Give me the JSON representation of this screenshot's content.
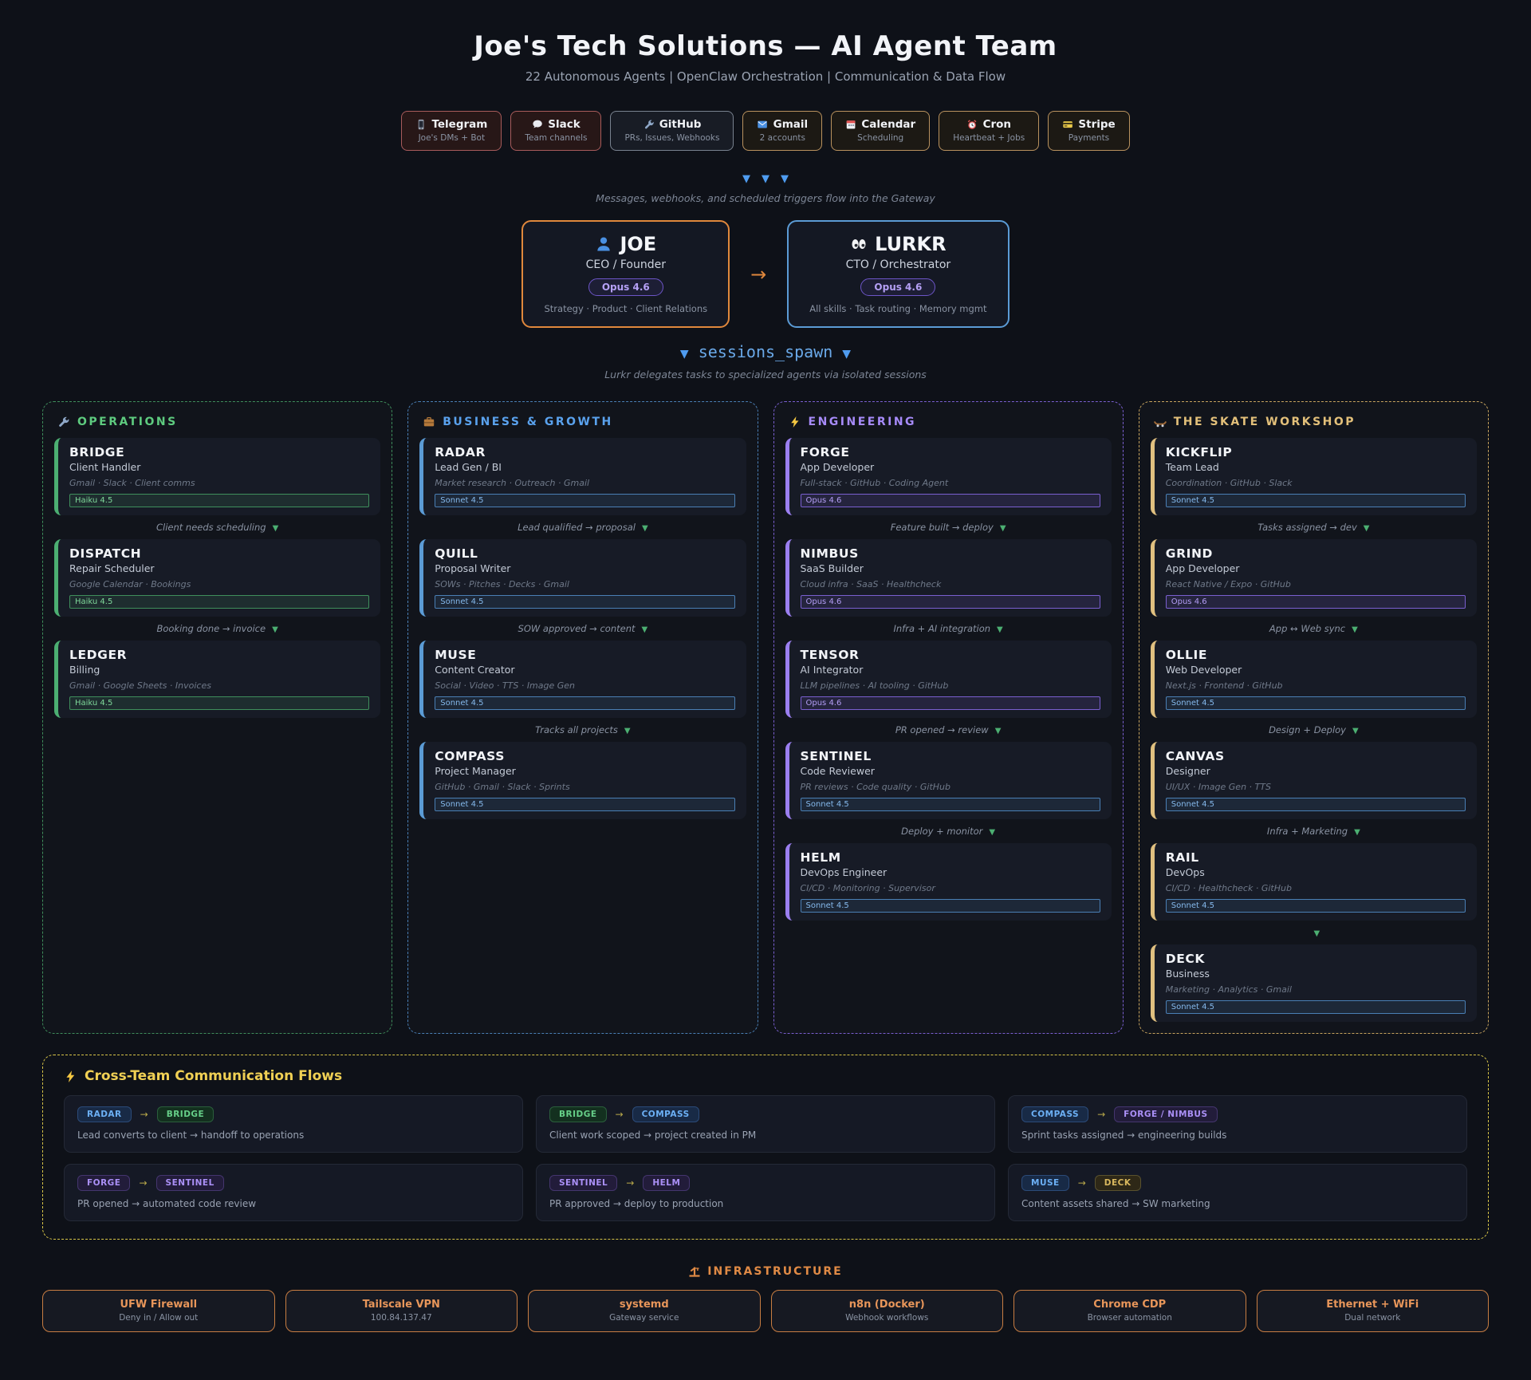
{
  "page": {
    "title": "Joe's Tech Solutions — AI Agent Team",
    "subtitle": "22 Autonomous Agents  |  OpenClaw Orchestration  |  Communication & Data Flow"
  },
  "glyphs": {
    "down_triangle": "▼",
    "arrow_right": "→"
  },
  "integrations": [
    {
      "icon": "phone-icon",
      "name": "Telegram",
      "desc": "Joe's DMs + Bot",
      "style": "red"
    },
    {
      "icon": "chat-icon",
      "name": "Slack",
      "desc": "Team channels",
      "style": "red"
    },
    {
      "icon": "wrench-icon",
      "name": "GitHub",
      "desc": "PRs, Issues, Webhooks",
      "style": "gray"
    },
    {
      "icon": "envelope-icon",
      "name": "Gmail",
      "desc": "2 accounts",
      "style": "tan"
    },
    {
      "icon": "calendar-icon",
      "name": "Calendar",
      "desc": "Scheduling",
      "style": "tan"
    },
    {
      "icon": "alarm-icon",
      "name": "Cron",
      "desc": "Heartbeat + Jobs",
      "style": "tan"
    },
    {
      "icon": "card-icon",
      "name": "Stripe",
      "desc": "Payments",
      "style": "tan"
    }
  ],
  "gateway": {
    "note": "Messages, webhooks, and scheduled triggers flow into the Gateway"
  },
  "leaders": {
    "joe": {
      "icon": "person-icon",
      "name": "JOE",
      "role": "CEO / Founder",
      "model": "Opus 4.6",
      "skills": "Strategy · Product · Client Relations"
    },
    "lurkr": {
      "icon": "eyes-icon",
      "name": "LURKR",
      "role": "CTO / Orchestrator",
      "model": "Opus 4.6",
      "skills": "All skills · Task routing · Memory mgmt"
    }
  },
  "spawn": {
    "label": "sessions_spawn",
    "note": "Lurkr delegates tasks to specialized agents via isolated sessions"
  },
  "teams": [
    {
      "id": "operations",
      "icon": "wrench-icon",
      "label": "OPERATIONS",
      "theme": "green",
      "items": [
        {
          "kind": "agent",
          "name": "BRIDGE",
          "role": "Client Handler",
          "skills": "Gmail · Slack · Client comms",
          "model": "Haiku 4.5",
          "model_tier": "haiku"
        },
        {
          "kind": "flow",
          "label": "Client needs scheduling"
        },
        {
          "kind": "agent",
          "name": "DISPATCH",
          "role": "Repair Scheduler",
          "skills": "Google Calendar · Bookings",
          "model": "Haiku 4.5",
          "model_tier": "haiku"
        },
        {
          "kind": "flow",
          "label": "Booking done → invoice"
        },
        {
          "kind": "agent",
          "name": "LEDGER",
          "role": "Billing",
          "skills": "Gmail · Google Sheets · Invoices",
          "model": "Haiku 4.5",
          "model_tier": "haiku"
        }
      ]
    },
    {
      "id": "business-growth",
      "icon": "briefcase-icon",
      "label": "BUSINESS & GROWTH",
      "theme": "blue",
      "items": [
        {
          "kind": "agent",
          "name": "RADAR",
          "role": "Lead Gen / BI",
          "skills": "Market research · Outreach · Gmail",
          "model": "Sonnet 4.5",
          "model_tier": "sonnet"
        },
        {
          "kind": "flow",
          "label": "Lead qualified → proposal"
        },
        {
          "kind": "agent",
          "name": "QUILL",
          "role": "Proposal Writer",
          "skills": "SOWs · Pitches · Decks · Gmail",
          "model": "Sonnet 4.5",
          "model_tier": "sonnet"
        },
        {
          "kind": "flow",
          "label": "SOW approved → content"
        },
        {
          "kind": "agent",
          "name": "MUSE",
          "role": "Content Creator",
          "skills": "Social · Video · TTS · Image Gen",
          "model": "Sonnet 4.5",
          "model_tier": "sonnet"
        },
        {
          "kind": "flow",
          "label": "Tracks all projects"
        },
        {
          "kind": "agent",
          "name": "COMPASS",
          "role": "Project Manager",
          "skills": "GitHub · Gmail · Slack · Sprints",
          "model": "Sonnet 4.5",
          "model_tier": "sonnet"
        }
      ]
    },
    {
      "id": "engineering",
      "icon": "lightning-icon",
      "label": "ENGINEERING",
      "theme": "purple",
      "items": [
        {
          "kind": "agent",
          "name": "FORGE",
          "role": "App Developer",
          "skills": "Full-stack · GitHub · Coding Agent",
          "model": "Opus 4.6",
          "model_tier": "opus"
        },
        {
          "kind": "flow",
          "label": "Feature built → deploy"
        },
        {
          "kind": "agent",
          "name": "NIMBUS",
          "role": "SaaS Builder",
          "skills": "Cloud infra · SaaS · Healthcheck",
          "model": "Opus 4.6",
          "model_tier": "opus"
        },
        {
          "kind": "flow",
          "label": "Infra + AI integration"
        },
        {
          "kind": "agent",
          "name": "TENSOR",
          "role": "AI Integrator",
          "skills": "LLM pipelines · AI tooling · GitHub",
          "model": "Opus 4.6",
          "model_tier": "opus"
        },
        {
          "kind": "flow",
          "label": "PR opened → review"
        },
        {
          "kind": "agent",
          "name": "SENTINEL",
          "role": "Code Reviewer",
          "skills": "PR reviews · Code quality · GitHub",
          "model": "Sonnet 4.5",
          "model_tier": "sonnet"
        },
        {
          "kind": "flow",
          "label": "Deploy + monitor"
        },
        {
          "kind": "agent",
          "name": "HELM",
          "role": "DevOps Engineer",
          "skills": "CI/CD · Monitoring · Supervisor",
          "model": "Sonnet 4.5",
          "model_tier": "sonnet"
        }
      ]
    },
    {
      "id": "skate-workshop",
      "icon": "skateboard-icon",
      "label": "THE SKATE WORKSHOP",
      "theme": "gold",
      "items": [
        {
          "kind": "agent",
          "name": "KICKFLIP",
          "role": "Team Lead",
          "skills": "Coordination · GitHub · Slack",
          "model": "Sonnet 4.5",
          "model_tier": "sonnet"
        },
        {
          "kind": "flow",
          "label": "Tasks assigned → dev"
        },
        {
          "kind": "agent",
          "name": "GRIND",
          "role": "App Developer",
          "skills": "React Native / Expo · GitHub",
          "model": "Opus 4.6",
          "model_tier": "opus"
        },
        {
          "kind": "flow",
          "label": "App ↔ Web sync"
        },
        {
          "kind": "agent",
          "name": "OLLIE",
          "role": "Web Developer",
          "skills": "Next.js · Frontend · GitHub",
          "model": "Sonnet 4.5",
          "model_tier": "sonnet"
        },
        {
          "kind": "flow",
          "label": "Design + Deploy"
        },
        {
          "kind": "agent",
          "name": "CANVAS",
          "role": "Designer",
          "skills": "UI/UX · Image Gen · TTS",
          "model": "Sonnet 4.5",
          "model_tier": "sonnet"
        },
        {
          "kind": "flow",
          "label": "Infra + Marketing"
        },
        {
          "kind": "agent",
          "name": "RAIL",
          "role": "DevOps",
          "skills": "CI/CD · Healthcheck · GitHub",
          "model": "Sonnet 4.5",
          "model_tier": "sonnet"
        },
        {
          "kind": "flow",
          "label": ""
        },
        {
          "kind": "agent",
          "name": "DECK",
          "role": "Business",
          "skills": "Marketing · Analytics · Gmail",
          "model": "Sonnet 4.5",
          "model_tier": "sonnet"
        }
      ]
    }
  ],
  "flows": {
    "icon": "lightning-icon",
    "title": "Cross-Team Communication Flows",
    "items": [
      {
        "from": {
          "label": "RADAR",
          "theme": "blue"
        },
        "to": {
          "label": "BRIDGE",
          "theme": "green"
        },
        "desc": "Lead converts to client → handoff to operations"
      },
      {
        "from": {
          "label": "BRIDGE",
          "theme": "green"
        },
        "to": {
          "label": "COMPASS",
          "theme": "blue"
        },
        "desc": "Client work scoped → project created in PM"
      },
      {
        "from": {
          "label": "COMPASS",
          "theme": "blue"
        },
        "to": {
          "label": "FORGE / NIMBUS",
          "theme": "purple"
        },
        "desc": "Sprint tasks assigned → engineering builds"
      },
      {
        "from": {
          "label": "FORGE",
          "theme": "purple"
        },
        "to": {
          "label": "SENTINEL",
          "theme": "purple"
        },
        "desc": "PR opened → automated code review"
      },
      {
        "from": {
          "label": "SENTINEL",
          "theme": "purple"
        },
        "to": {
          "label": "HELM",
          "theme": "purple"
        },
        "desc": "PR approved → deploy to production"
      },
      {
        "from": {
          "label": "MUSE",
          "theme": "blue"
        },
        "to": {
          "label": "DECK",
          "theme": "gold"
        },
        "desc": "Content assets shared → SW marketing"
      }
    ]
  },
  "infrastructure": {
    "icon": "construction-icon",
    "title": "INFRASTRUCTURE",
    "items": [
      {
        "name": "UFW Firewall",
        "desc": "Deny in / Allow out"
      },
      {
        "name": "Tailscale VPN",
        "desc": "100.84.137.47"
      },
      {
        "name": "systemd",
        "desc": "Gateway service"
      },
      {
        "name": "n8n (Docker)",
        "desc": "Webhook workflows"
      },
      {
        "name": "Chrome CDP",
        "desc": "Browser automation"
      },
      {
        "name": "Ethernet + WiFi",
        "desc": "Dual network"
      }
    ]
  },
  "colors": {
    "operations": "#5ecb7f",
    "business": "#5aa2ee",
    "engineering": "#a78bfa",
    "skate": "#e3c07a",
    "flows_accent": "#f0d054",
    "infrastructure": "#e08a45",
    "haiku_badge": "#7fd89a",
    "sonnet_badge": "#85b9ec",
    "opus_badge": "#b39df5",
    "joe_border": "#e0883c",
    "lurkr_border": "#5b9bd5"
  }
}
